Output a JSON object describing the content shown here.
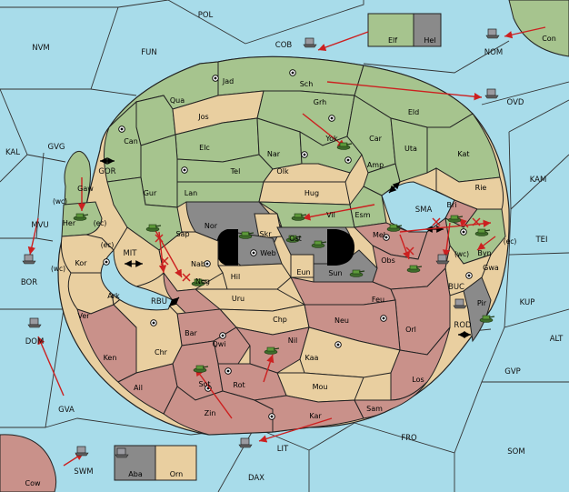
{
  "colors": {
    "sea": "#a8dcea",
    "green": "#a6c48e",
    "tan": "#e9cfa0",
    "red": "#c9918a",
    "grey": "#8a8a8a",
    "neutral": "#eddcbd",
    "border": "#222222",
    "arrow": "#cc2020"
  },
  "seas": {
    "pol": "POL",
    "nvm": "NVM",
    "fun": "FUN",
    "cob": "COB",
    "nom": "NOM",
    "ovd": "OVD",
    "kal": "KAL",
    "gvg": "GVG",
    "gor": "GOR",
    "mvu": "MVU",
    "bor": "BOR",
    "mit": "MIT",
    "rbu": "RBU",
    "sma": "SMA",
    "kam": "KAM",
    "tei": "TEI",
    "buc": "BUC",
    "kup": "KUP",
    "rod": "ROD",
    "alt": "ALT",
    "gvp": "GVP",
    "dom": "DOM",
    "gva": "GVA",
    "fro": "FRO",
    "som": "SOM",
    "lit": "LIT",
    "swm": "SWM",
    "dax": "DAX"
  },
  "provinces": {
    "elf": "Elf",
    "hel": "Hel",
    "con": "Con",
    "jad": "Jad",
    "sch": "Sch",
    "qua": "Qua",
    "jos": "Jos",
    "grh": "Grh",
    "eld": "Eld",
    "can": "Can",
    "elc": "Elc",
    "nar": "Nar",
    "yok": "Yok",
    "car": "Car",
    "uta": "Uta",
    "tel": "Tel",
    "olk": "Olk",
    "amp": "Amp",
    "kat": "Kat",
    "gaw": "Gaw",
    "gur": "Gur",
    "lan": "Lan",
    "hug": "Hug",
    "rie": "Rie",
    "her": "Her",
    "nor": "Nor",
    "skr": "Skr",
    "vil": "Vil",
    "esm": "Esm",
    "bri": "Bri",
    "sap": "Sap",
    "ost": "Ost",
    "web": "Web",
    "mel": "Mel",
    "byn": "Byn",
    "kor": "Kor",
    "nab": "Nab",
    "hil": "Hil",
    "eun": "Eun",
    "sun": "Sun",
    "obs": "Obs",
    "gwa": "Gwa",
    "ark": "Ark",
    "nog": "Nog",
    "uru": "Uru",
    "feu": "Feu",
    "pir": "Pir",
    "ver": "Ver",
    "chp": "Chp",
    "neu": "Neu",
    "orl": "Orl",
    "bar": "Bar",
    "qwi": "Qwi",
    "nil": "Nil",
    "ken": "Ken",
    "chr": "Chr",
    "kaa": "Kaa",
    "los": "Los",
    "ail": "Ail",
    "sot": "Sot",
    "rot": "Rot",
    "mou": "Mou",
    "zin": "Zin",
    "kar": "Kar",
    "sam": "Sam",
    "cow": "Cow",
    "aba": "Aba",
    "orn": "Orn"
  },
  "coasts": {
    "her_wc": "(wc)",
    "her_ec": "(ec)",
    "kor_ec": "(ec)",
    "kor_wc": "(wc)",
    "byn_wc": "(wc)",
    "byn_ec": "(ec)"
  },
  "units": {
    "fleet_icon": "ship-icon",
    "army_icon": "tank-icon"
  }
}
